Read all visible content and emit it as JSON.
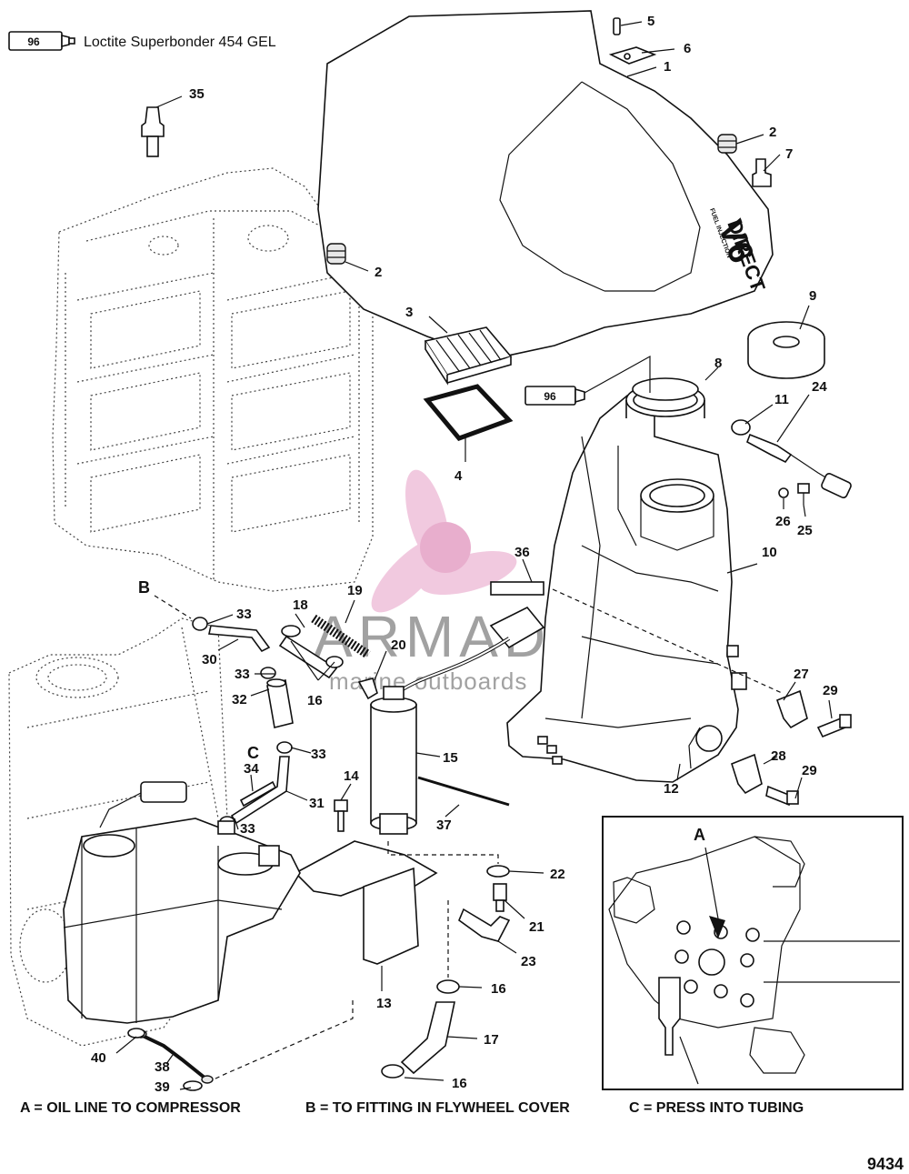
{
  "legend": {
    "tube_code": "96",
    "text": "Loctite Superbonder 454 GEL"
  },
  "captions": {
    "a": "A = OIL LINE TO COMPRESSOR",
    "b": "B = TO FITTING IN FLYWHEEL COVER",
    "c": "C = PRESS INTO TUBING"
  },
  "figure_number": "9434",
  "letters": {
    "a": "A",
    "b": "B",
    "c": "C"
  },
  "decal_text": {
    "brand": "DIRECT",
    "sub": "FUEL INJECTION",
    "model": "V6"
  },
  "watermark": {
    "name": "ARMADA",
    "tagline": "marine outboards"
  },
  "callouts": [
    {
      "id": "c5",
      "n": "5"
    },
    {
      "id": "c6",
      "n": "6"
    },
    {
      "id": "c1",
      "n": "1"
    },
    {
      "id": "c2a",
      "n": "2"
    },
    {
      "id": "c7",
      "n": "7"
    },
    {
      "id": "c35",
      "n": "35"
    },
    {
      "id": "c2b",
      "n": "2"
    },
    {
      "id": "c9",
      "n": "9"
    },
    {
      "id": "c3",
      "n": "3"
    },
    {
      "id": "c8",
      "n": "8"
    },
    {
      "id": "c11",
      "n": "11"
    },
    {
      "id": "c24",
      "n": "24"
    },
    {
      "id": "c4",
      "n": "4"
    },
    {
      "id": "c26",
      "n": "26"
    },
    {
      "id": "c25",
      "n": "25"
    },
    {
      "id": "c36",
      "n": "36"
    },
    {
      "id": "c10",
      "n": "10"
    },
    {
      "id": "c19",
      "n": "19"
    },
    {
      "id": "c18",
      "n": "18"
    },
    {
      "id": "c33a",
      "n": "33"
    },
    {
      "id": "c20",
      "n": "20"
    },
    {
      "id": "c30",
      "n": "30"
    },
    {
      "id": "c33b",
      "n": "33"
    },
    {
      "id": "c16a",
      "n": "16"
    },
    {
      "id": "c27",
      "n": "27"
    },
    {
      "id": "c29a",
      "n": "29"
    },
    {
      "id": "c32",
      "n": "32"
    },
    {
      "id": "c33c",
      "n": "33"
    },
    {
      "id": "c15",
      "n": "15"
    },
    {
      "id": "c14",
      "n": "14"
    },
    {
      "id": "c28",
      "n": "28"
    },
    {
      "id": "c29b",
      "n": "29"
    },
    {
      "id": "c34",
      "n": "34"
    },
    {
      "id": "c31",
      "n": "31"
    },
    {
      "id": "c12",
      "n": "12"
    },
    {
      "id": "c33d",
      "n": "33"
    },
    {
      "id": "c37",
      "n": "37"
    },
    {
      "id": "c22",
      "n": "22"
    },
    {
      "id": "c21",
      "n": "21"
    },
    {
      "id": "c23",
      "n": "23"
    },
    {
      "id": "c13",
      "n": "13"
    },
    {
      "id": "c16b",
      "n": "16"
    },
    {
      "id": "c17",
      "n": "17"
    },
    {
      "id": "c40",
      "n": "40"
    },
    {
      "id": "c38",
      "n": "38"
    },
    {
      "id": "c39",
      "n": "39"
    },
    {
      "id": "c16c",
      "n": "16"
    }
  ]
}
